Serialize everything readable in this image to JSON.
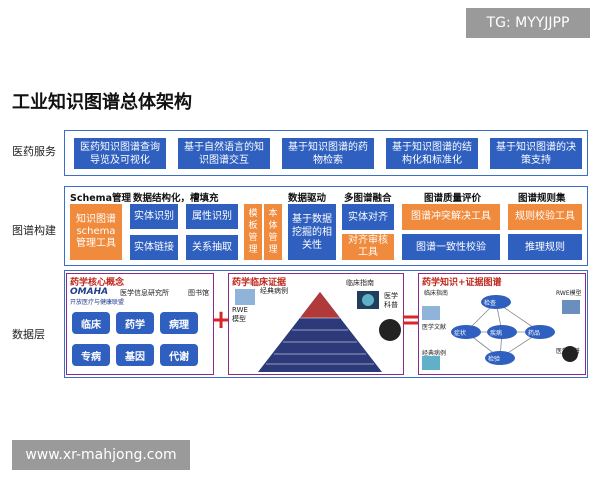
{
  "watermarks": {
    "top_right": "TG: MYYJJPP",
    "bottom_left": "www.xr-mahjong.com"
  },
  "page_title": "工业知识图谱总体架构",
  "rows": {
    "medical_services": {
      "label": "医药服务",
      "items": [
        "医药知识图谱查询导览及可视化",
        "基于自然语言的知识图谱交互",
        "基于知识图谱的药物检索",
        "基于知识图谱的结构化和标准化",
        "基于知识图谱的决策支持"
      ]
    },
    "graph_construction": {
      "label": "图谱构建",
      "sections": {
        "schema": "Schema管理",
        "structuring": "数据结构化，槽填充",
        "data_driven": "数据驱动",
        "multi_fusion": "多图谱融合",
        "quality": "图谱质量评价",
        "rules": "图谱规则集"
      },
      "schema_tool": "知识图谱schema管理工具",
      "entity_recognition": "实体识别",
      "attribute_recognition": "属性识别",
      "entity_linking": "实体链接",
      "relation_extraction": "关系抽取",
      "template_management": "模板管理",
      "ontology_management": "本体管理",
      "data_mining": "基于数据挖掘的相关性",
      "entity_alignment": "实体对齐",
      "alignment_review": "对齐审核工具",
      "conflict_tool": "图谱冲突解决工具",
      "consistency_check": "图谱一致性校验",
      "rule_check_tool": "规则校验工具",
      "reasoning_rules": "推理规则"
    },
    "data_layer": {
      "label": "数据层",
      "panel1": {
        "title": "药学核心概念",
        "org1": "OMAHA",
        "org1_sub": "开放医疗与健康联盟",
        "org2": "医学信息研究所",
        "org3": "图书馆",
        "items": [
          "临床",
          "药学",
          "病理",
          "专病",
          "基因",
          "代谢"
        ]
      },
      "panel2": {
        "title": "药学临床证据",
        "classic_cases": "经典病例",
        "guidelines": "临床指南",
        "rwe": "RWE模型",
        "sci": "医学科普"
      },
      "panel3": {
        "title": "药学知识+证据图谱",
        "nodes": [
          "检查",
          "症状",
          "疾病",
          "药品",
          "检验"
        ],
        "side_labels": [
          "临床指南",
          "RWE模型",
          "医学文献",
          "经典病例",
          "医学科普"
        ]
      },
      "operators": [
        "+",
        "="
      ]
    }
  },
  "colors": {
    "blue": "#2f5fbf",
    "orange": "#f08a3c",
    "red": "#d8262a",
    "purple_border": "#8a2a8a",
    "row_border": "#3a6ec8"
  }
}
